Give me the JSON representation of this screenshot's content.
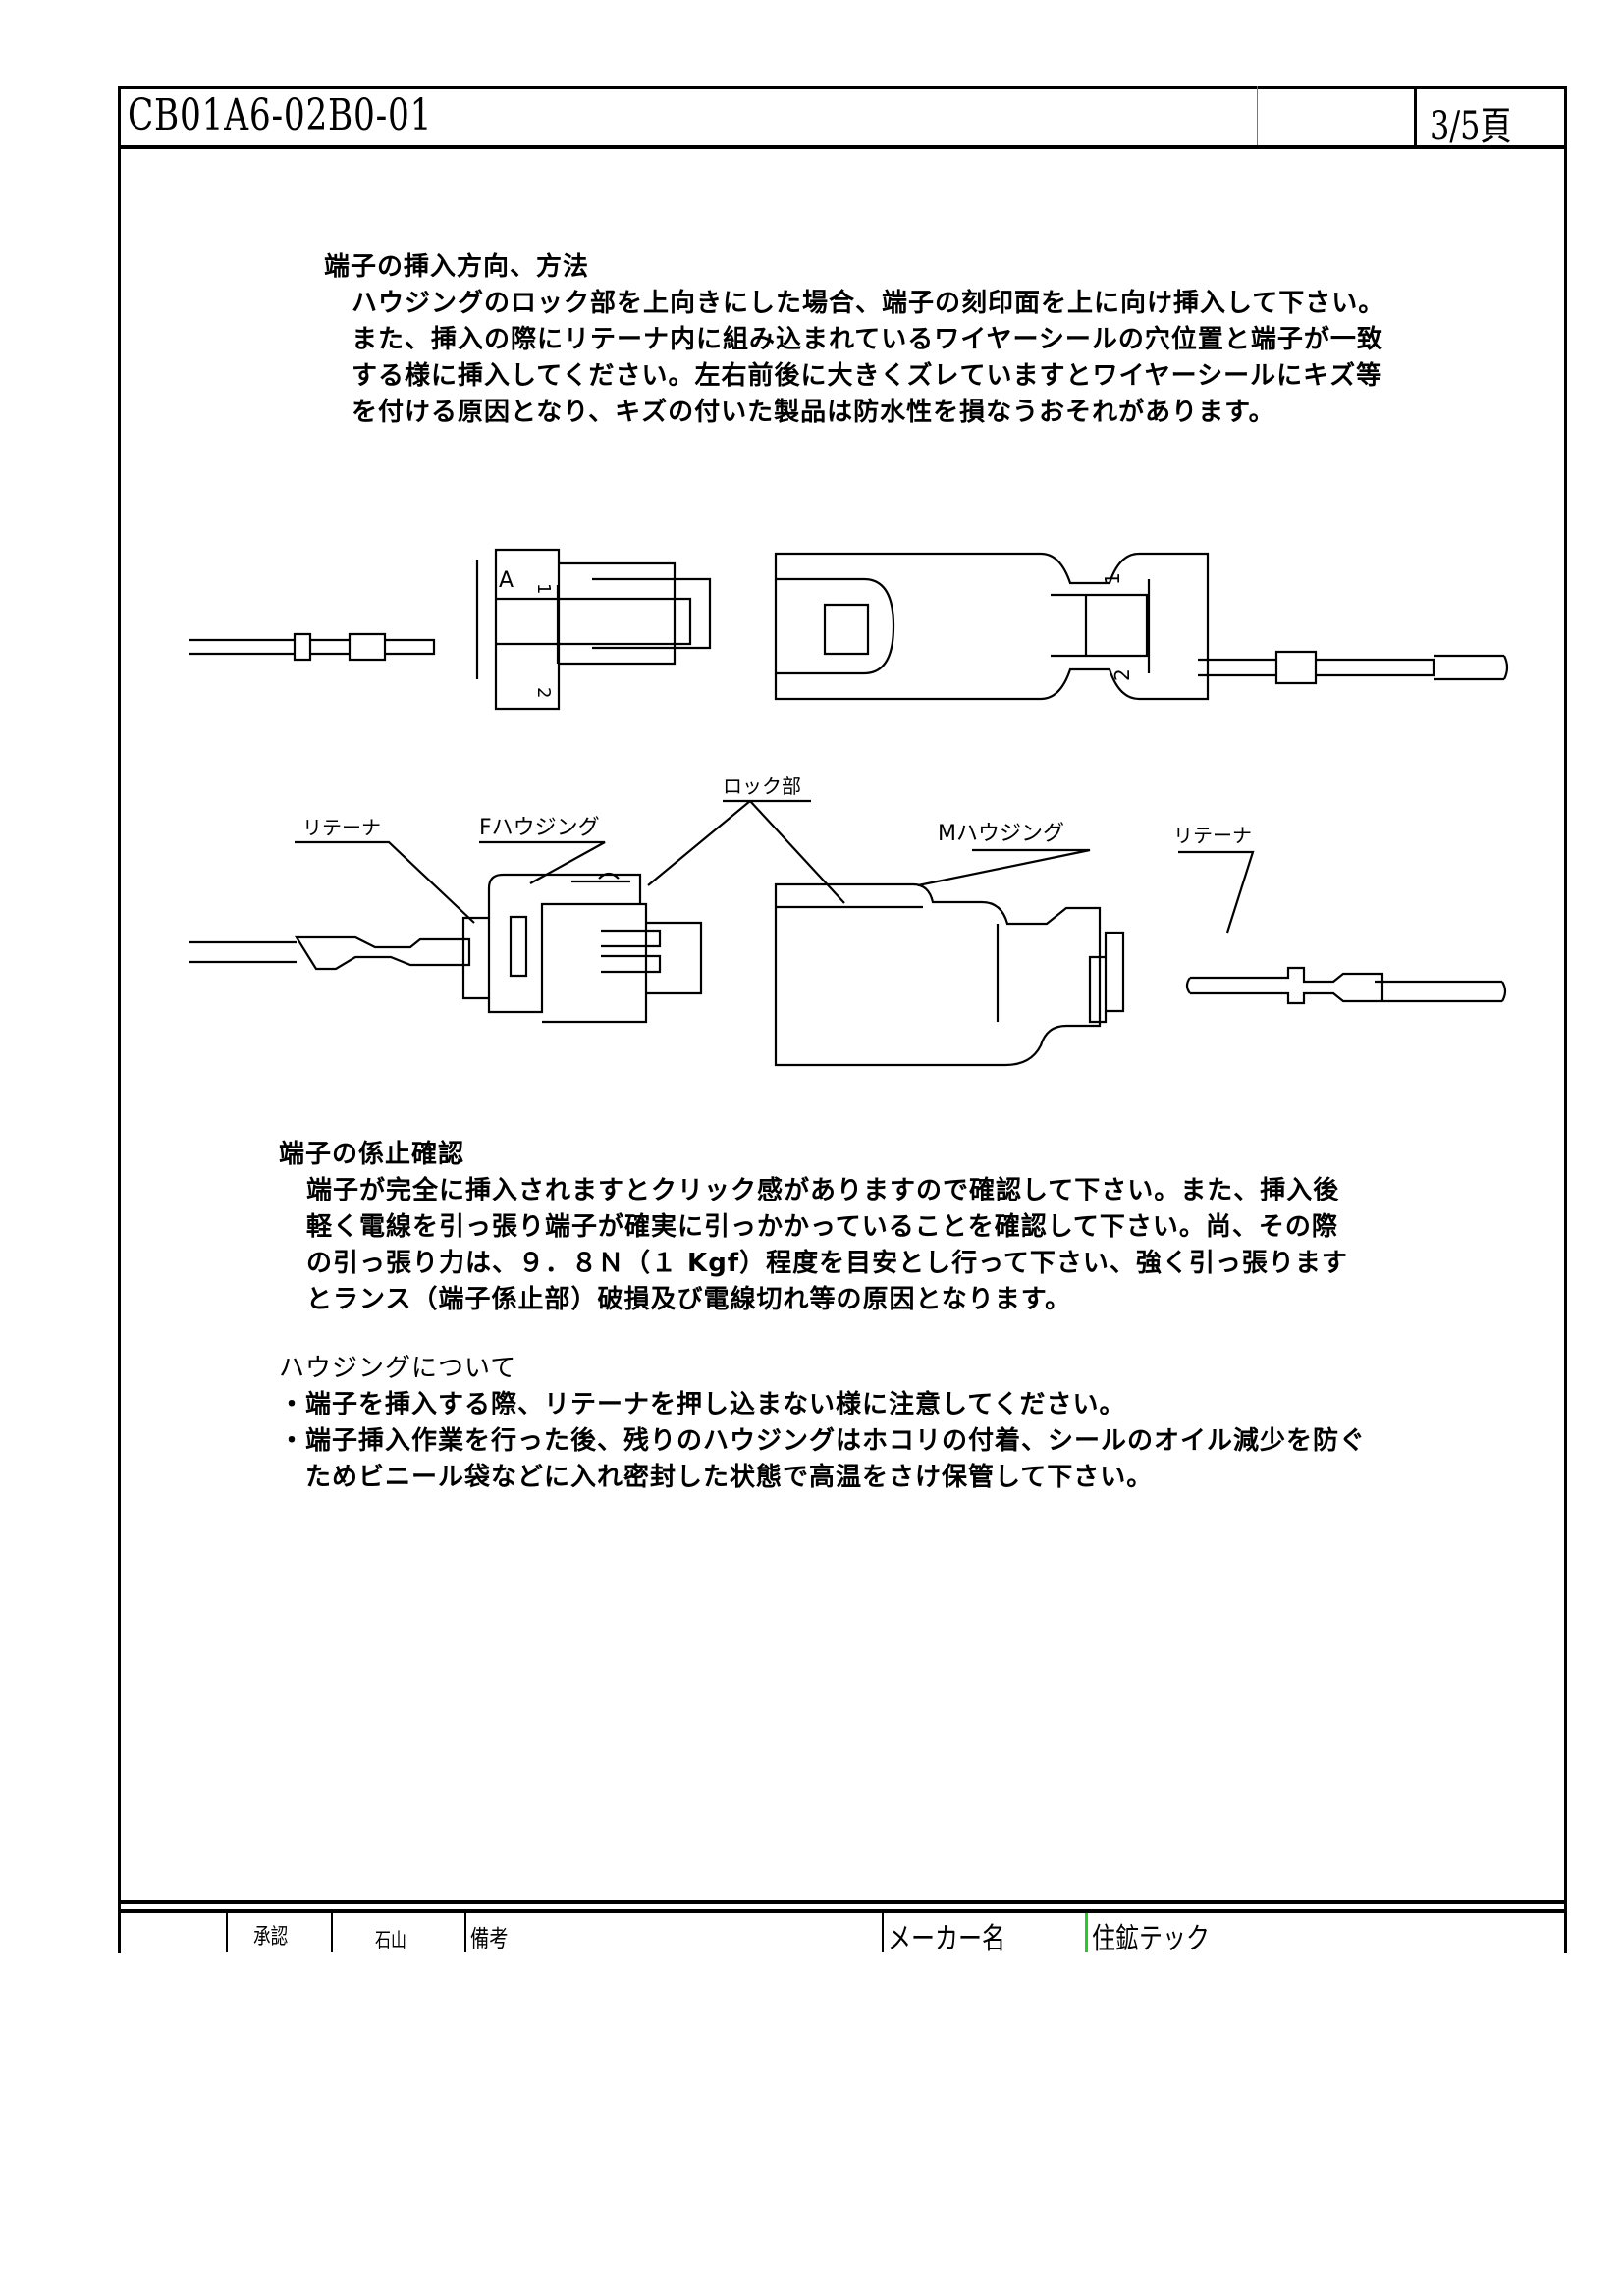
{
  "header": {
    "doc_id": "CB01A6-02B0-01",
    "page": "3/5頁"
  },
  "section1": {
    "title": "端子の挿入方向、方法",
    "lines": [
      "ハウジングのロック部を上向きにした場合、端子の刻印面を上に向け挿入して下さい。",
      "また、挿入の際にリテーナ内に組み込まれているワイヤーシールの穴位置と端子が一致",
      "する様に挿入してください。左右前後に大きくズレていますとワイヤーシールにキズ等",
      "を付ける原因となり、キズの付いた製品は防水性を損なうおそれがあります。"
    ]
  },
  "diagram": {
    "top_marks": {
      "a": "A",
      "one": "1",
      "two": "2"
    },
    "labels": {
      "retainer_left": "リテーナ",
      "f_housing": "Fハウジング",
      "lock": "ロック部",
      "m_housing": "Mハウジング",
      "retainer_right": "リテーナ"
    }
  },
  "section2": {
    "title": "端子の係止確認",
    "lines": [
      "端子が完全に挿入されますとクリック感がありますので確認して下さい。また、挿入後",
      "軽く電線を引っ張り端子が確実に引っかかっていることを確認して下さい。尚、その際",
      "の引っ張り力は、９．８Ｎ（１ Kgf）程度を目安とし行って下さい、強く引っ張ります",
      "とランス（端子係止部）破損及び電線切れ等の原因となります。"
    ]
  },
  "section3": {
    "title": "ハウジングについて",
    "lines": [
      "・端子を挿入する際、リテーナを押し込まない様に注意してください。",
      "・端子挿入作業を行った後、残りのハウジングはホコリの付着、シールのオイル減少を防ぐ",
      "　ためビニール袋などに入れ密封した状態で高温をさけ保管して下さい。"
    ]
  },
  "footer": {
    "approval_label": "承認",
    "approver": "石山",
    "remarks_label": "備考",
    "maker_label": "メーカー名",
    "maker": "住鉱テック",
    "maker_marker_color": "#22cc22"
  }
}
